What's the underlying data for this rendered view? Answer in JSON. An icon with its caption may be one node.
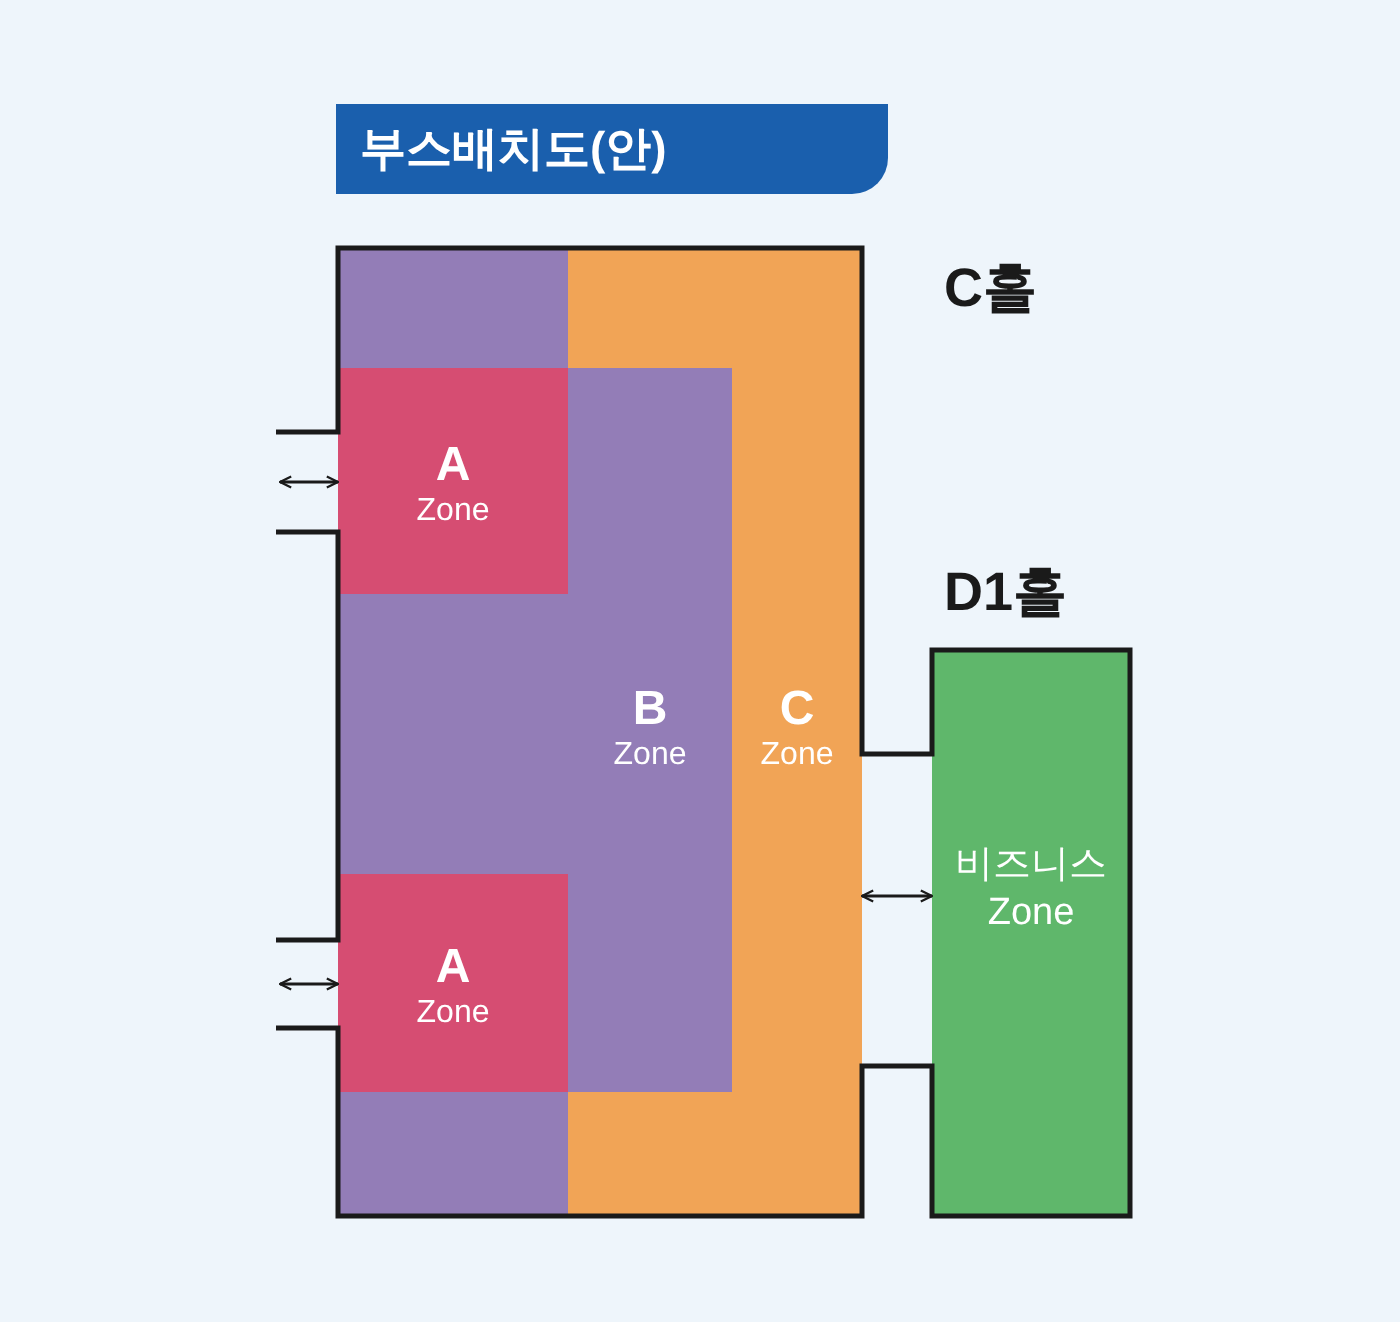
{
  "diagram": {
    "title": "부스배치도(안)",
    "nodes": [
      {
        "text": [
          "C홀"
        ]
      },
      {
        "text": [
          "A",
          "Zone"
        ],
        "in": 2
      },
      {
        "text": [
          "B",
          "Zone"
        ],
        "in": 0
      },
      {
        "text": [
          "C",
          "Zone"
        ],
        "in": 0
      },
      {
        "text": [
          "A",
          "Zone"
        ],
        "in": 2
      },
      {
        "text": [
          "D1홀",
          "비즈니스 Zone"
        ]
      }
    ],
    "edges": [
      {
        "from": null,
        "to": 1,
        "arrow": "both"
      },
      {
        "from": null,
        "to": 4,
        "arrow": "both"
      },
      {
        "from": 3,
        "to": 5,
        "arrow": "both"
      }
    ]
  }
}
